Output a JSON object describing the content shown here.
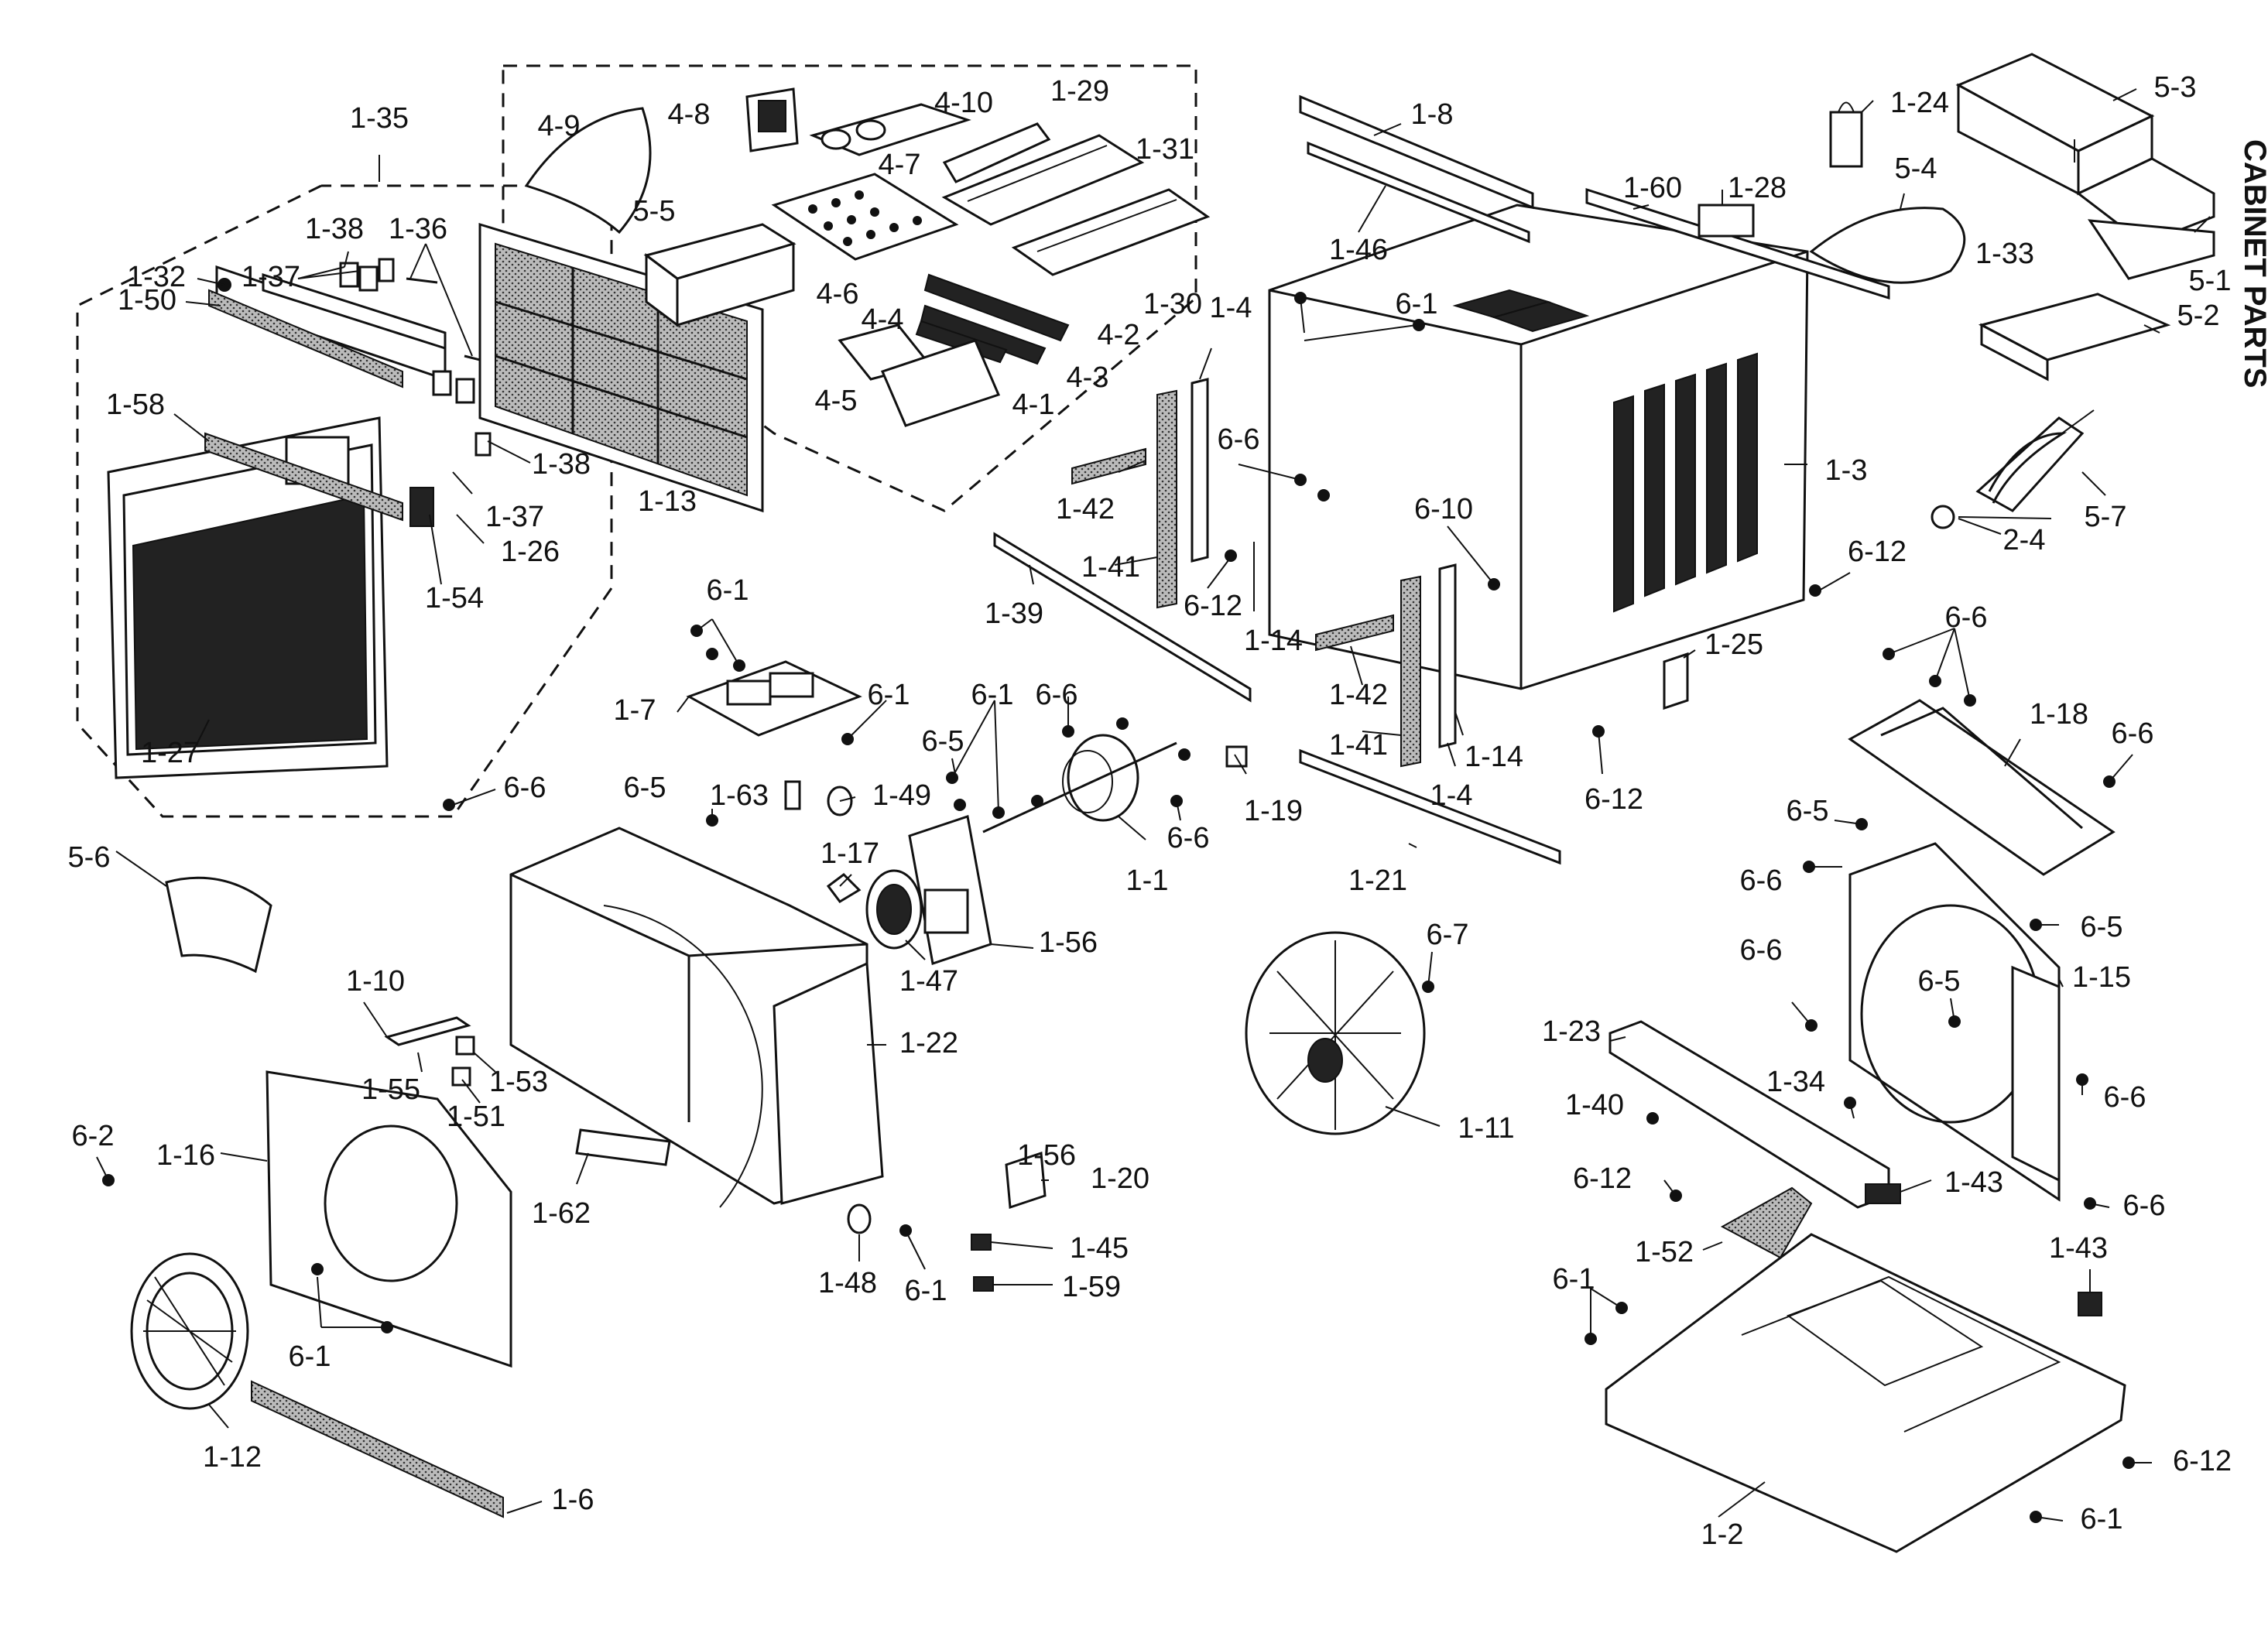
{
  "side_title": "CABINET PARTS",
  "labels": [
    {
      "id": "1-35",
      "text": "1-35"
    },
    {
      "id": "1-38a",
      "text": "1-38"
    },
    {
      "id": "1-36",
      "text": "1-36"
    },
    {
      "id": "1-32",
      "text": "1-32"
    },
    {
      "id": "1-37a",
      "text": "1-37"
    },
    {
      "id": "1-50",
      "text": "1-50"
    },
    {
      "id": "1-58",
      "text": "1-58"
    },
    {
      "id": "1-38b",
      "text": "1-38"
    },
    {
      "id": "1-37b",
      "text": "1-37"
    },
    {
      "id": "1-26",
      "text": "1-26"
    },
    {
      "id": "1-54",
      "text": "1-54"
    },
    {
      "id": "1-27",
      "text": "1-27"
    },
    {
      "id": "6-6a",
      "text": "6-6"
    },
    {
      "id": "4-9",
      "text": "4-9"
    },
    {
      "id": "4-8",
      "text": "4-8"
    },
    {
      "id": "4-10",
      "text": "4-10"
    },
    {
      "id": "1-29",
      "text": "1-29"
    },
    {
      "id": "4-7",
      "text": "4-7"
    },
    {
      "id": "1-31",
      "text": "1-31"
    },
    {
      "id": "5-5",
      "text": "5-5"
    },
    {
      "id": "4-6",
      "text": "4-6"
    },
    {
      "id": "1-30",
      "text": "1-30"
    },
    {
      "id": "4-4",
      "text": "4-4"
    },
    {
      "id": "4-2",
      "text": "4-2"
    },
    {
      "id": "4-3",
      "text": "4-3"
    },
    {
      "id": "4-5",
      "text": "4-5"
    },
    {
      "id": "4-1",
      "text": "4-1"
    },
    {
      "id": "1-13",
      "text": "1-13"
    },
    {
      "id": "1-8",
      "text": "1-8"
    },
    {
      "id": "1-46",
      "text": "1-46"
    },
    {
      "id": "6-1a",
      "text": "6-1"
    },
    {
      "id": "1-60",
      "text": "1-60"
    },
    {
      "id": "1-28",
      "text": "1-28"
    },
    {
      "id": "1-24",
      "text": "1-24"
    },
    {
      "id": "5-3",
      "text": "5-3"
    },
    {
      "id": "5-4",
      "text": "5-4"
    },
    {
      "id": "1-33",
      "text": "1-33"
    },
    {
      "id": "5-1",
      "text": "5-1"
    },
    {
      "id": "5-2",
      "text": "5-2"
    },
    {
      "id": "1-4a",
      "text": "1-4"
    },
    {
      "id": "6-6b",
      "text": "6-6"
    },
    {
      "id": "1-42a",
      "text": "1-42"
    },
    {
      "id": "1-41a",
      "text": "1-41"
    },
    {
      "id": "6-12a",
      "text": "6-12"
    },
    {
      "id": "1-14a",
      "text": "1-14"
    },
    {
      "id": "6-10",
      "text": "6-10"
    },
    {
      "id": "1-3",
      "text": "1-3"
    },
    {
      "id": "6-12b",
      "text": "6-12"
    },
    {
      "id": "5-7",
      "text": "5-7"
    },
    {
      "id": "2-4",
      "text": "2-4"
    },
    {
      "id": "1-39",
      "text": "1-39"
    },
    {
      "id": "1-25",
      "text": "1-25"
    },
    {
      "id": "1-42b",
      "text": "1-42"
    },
    {
      "id": "1-41b",
      "text": "1-41"
    },
    {
      "id": "1-14b",
      "text": "1-14"
    },
    {
      "id": "1-4b",
      "text": "1-4"
    },
    {
      "id": "6-12c",
      "text": "6-12"
    },
    {
      "id": "1-21",
      "text": "1-21"
    },
    {
      "id": "6-6c",
      "text": "6-6"
    },
    {
      "id": "1-18",
      "text": "1-18"
    },
    {
      "id": "6-6d",
      "text": "6-6"
    },
    {
      "id": "6-1b",
      "text": "6-1"
    },
    {
      "id": "1-7",
      "text": "1-7"
    },
    {
      "id": "6-1c",
      "text": "6-1"
    },
    {
      "id": "6-1d",
      "text": "6-1"
    },
    {
      "id": "6-6e",
      "text": "6-6"
    },
    {
      "id": "6-5a",
      "text": "6-5"
    },
    {
      "id": "1-63",
      "text": "1-63"
    },
    {
      "id": "1-49",
      "text": "1-49"
    },
    {
      "id": "6-5b",
      "text": "6-5"
    },
    {
      "id": "1-19",
      "text": "1-19"
    },
    {
      "id": "6-6f",
      "text": "6-6"
    },
    {
      "id": "1-1",
      "text": "1-1"
    },
    {
      "id": "1-17",
      "text": "1-17"
    },
    {
      "id": "5-6",
      "text": "5-6"
    },
    {
      "id": "1-56a",
      "text": "1-56"
    },
    {
      "id": "1-47",
      "text": "1-47"
    },
    {
      "id": "6-7",
      "text": "6-7"
    },
    {
      "id": "6-5c",
      "text": "6-5"
    },
    {
      "id": "6-6g",
      "text": "6-6"
    },
    {
      "id": "6-5d",
      "text": "6-5"
    },
    {
      "id": "6-6h",
      "text": "6-6"
    },
    {
      "id": "6-5e",
      "text": "6-5"
    },
    {
      "id": "1-15",
      "text": "1-15"
    },
    {
      "id": "1-10",
      "text": "1-10"
    },
    {
      "id": "1-22",
      "text": "1-22"
    },
    {
      "id": "1-23",
      "text": "1-23"
    },
    {
      "id": "1-55",
      "text": "1-55"
    },
    {
      "id": "1-53",
      "text": "1-53"
    },
    {
      "id": "1-51",
      "text": "1-51"
    },
    {
      "id": "1-40",
      "text": "1-40"
    },
    {
      "id": "1-34",
      "text": "1-34"
    },
    {
      "id": "6-6i",
      "text": "6-6"
    },
    {
      "id": "6-2",
      "text": "6-2"
    },
    {
      "id": "1-16",
      "text": "1-16"
    },
    {
      "id": "1-11",
      "text": "1-11"
    },
    {
      "id": "6-12d",
      "text": "6-12"
    },
    {
      "id": "1-43a",
      "text": "1-43"
    },
    {
      "id": "1-56b",
      "text": "1-56"
    },
    {
      "id": "1-20",
      "text": "1-20"
    },
    {
      "id": "1-62",
      "text": "1-62"
    },
    {
      "id": "6-6j",
      "text": "6-6"
    },
    {
      "id": "1-52",
      "text": "1-52"
    },
    {
      "id": "1-45",
      "text": "1-45"
    },
    {
      "id": "1-43b",
      "text": "1-43"
    },
    {
      "id": "1-48",
      "text": "1-48"
    },
    {
      "id": "6-1e",
      "text": "6-1"
    },
    {
      "id": "1-59",
      "text": "1-59"
    },
    {
      "id": "6-1f",
      "text": "6-1"
    },
    {
      "id": "6-1g",
      "text": "6-1"
    },
    {
      "id": "1-12",
      "text": "1-12"
    },
    {
      "id": "6-12e",
      "text": "6-12"
    },
    {
      "id": "1-6",
      "text": "1-6"
    },
    {
      "id": "6-1h",
      "text": "6-1"
    },
    {
      "id": "1-2",
      "text": "1-2"
    }
  ]
}
